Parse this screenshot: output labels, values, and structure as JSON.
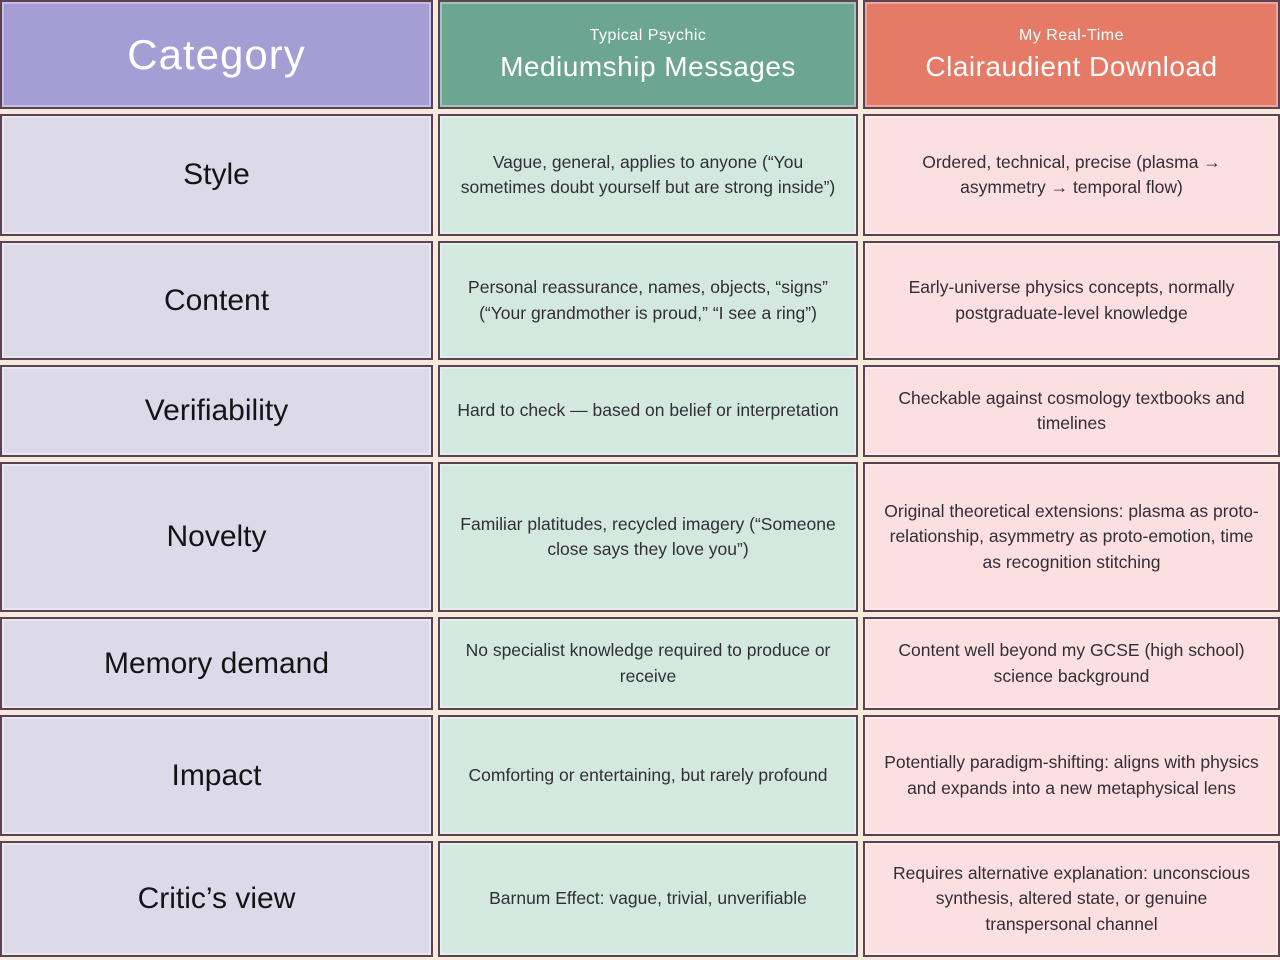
{
  "table": {
    "header": {
      "category": "Category",
      "psychic": {
        "eyebrow": "Typical Psychic",
        "title": "Mediumship Messages"
      },
      "clairaudient": {
        "eyebrow": "My Real-Time",
        "title": "Clairaudient Download"
      }
    },
    "rows": [
      {
        "label": "Style",
        "psychic": "Vague, general, applies to anyone (“You sometimes doubt yourself but are strong inside”)",
        "clairaudient": "Ordered, technical, precise (plasma → asymmetry → temporal flow)"
      },
      {
        "label": "Content",
        "psychic": "Personal reassurance, names, objects, “signs” (“Your grandmother is proud,” “I see a ring”)",
        "clairaudient": "Early-universe physics concepts, normally postgraduate-level knowledge"
      },
      {
        "label": "Verifiability",
        "psychic": "Hard to check — based on belief or interpretation",
        "clairaudient": "Checkable against cosmology textbooks and timelines"
      },
      {
        "label": "Novelty",
        "psychic": "Familiar platitudes, recycled imagery (“Someone close says they love you”)",
        "clairaudient": "Original theoretical extensions: plasma as proto-relationship, asymmetry as proto-emotion, time as recognition stitching"
      },
      {
        "label": "Memory demand",
        "psychic": "No specialist knowledge required to produce or receive",
        "clairaudient": "Content well beyond my GCSE (high school) science background"
      },
      {
        "label": "Impact",
        "psychic": "Comforting or entertaining, but rarely profound",
        "clairaudient": "Potentially paradigm-shifting: aligns with physics and expands into a new metaphysical lens"
      },
      {
        "label": "Critic’s view",
        "psychic": "Barnum Effect: vague, trivial, unverifiable",
        "clairaudient": "Requires alternative explanation: unconscious synthesis, altered state, or genuine transpersonal channel"
      }
    ]
  },
  "colors": {
    "background": "#f4ebdc",
    "border": "#5e4153",
    "header_category_bg": "#a59ed5",
    "header_psychic_bg": "#6da593",
    "header_clairaudient_bg": "#e57a66",
    "label_cell_bg": "#dcd9e8",
    "psychic_cell_bg": "#d3e9df",
    "clairaudient_cell_bg": "#fcdfe1",
    "header_text": "#ffffff",
    "body_text": "#322e36"
  }
}
